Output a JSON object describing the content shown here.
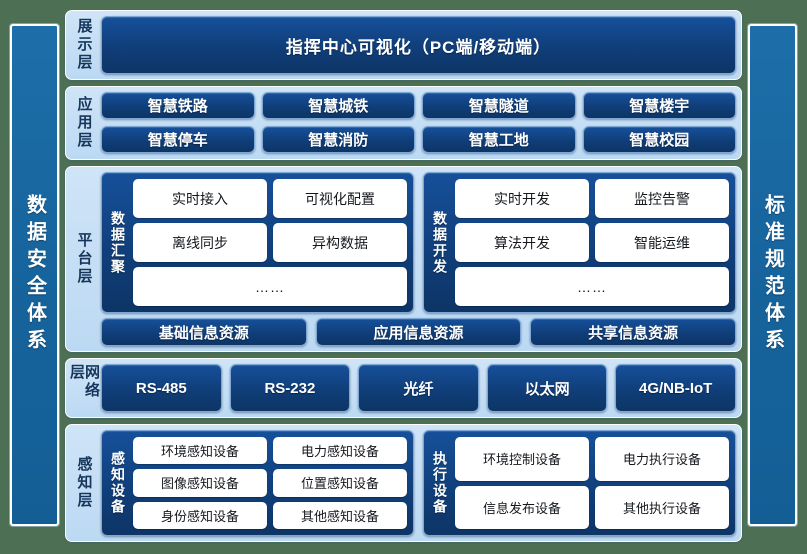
{
  "colors": {
    "background": "#4d7055",
    "pillar": "#1d6ea9",
    "layer_panel": "#cfe4f7",
    "navy_block": "#103e79",
    "chip": "#ffffff",
    "label_text": "#16365c"
  },
  "left_pillar": {
    "label": "数据安全体系"
  },
  "right_pillar": {
    "label": "标准规范体系"
  },
  "layers": {
    "presentation": {
      "label": "展示层",
      "block": "指挥中心可视化（PC端/移动端）"
    },
    "application": {
      "label": "应用层",
      "row1": [
        "智慧铁路",
        "智慧城铁",
        "智慧隧道",
        "智慧楼宇"
      ],
      "row2": [
        "智慧停车",
        "智慧消防",
        "智慧工地",
        "智慧校园"
      ]
    },
    "platform": {
      "label": "平台层",
      "groups": [
        {
          "label": "数据汇聚",
          "row1": [
            "实时接入",
            "可视化配置"
          ],
          "row2": [
            "离线同步",
            "异构数据"
          ],
          "row3": "……"
        },
        {
          "label": "数据开发",
          "row1": [
            "实时开发",
            "监控告警"
          ],
          "row2": [
            "算法开发",
            "智能运维"
          ],
          "row3": "……"
        }
      ],
      "resources": [
        "基础信息资源",
        "应用信息资源",
        "共享信息资源"
      ]
    },
    "network": {
      "label": "网络层",
      "items": [
        "RS-485",
        "RS-232",
        "光纤",
        "以太网",
        "4G/NB-IoT"
      ]
    },
    "sensing": {
      "label": "感知层",
      "groups": [
        {
          "label": "感知设备",
          "row1": [
            "环境感知设备",
            "电力感知设备"
          ],
          "row2": [
            "图像感知设备",
            "位置感知设备"
          ],
          "row3": [
            "身份感知设备",
            "其他感知设备"
          ]
        },
        {
          "label": "执行设备",
          "row1": [
            "环境控制设备",
            "电力执行设备"
          ],
          "row2": [
            "信息发布设备",
            "其他执行设备"
          ]
        }
      ]
    }
  }
}
